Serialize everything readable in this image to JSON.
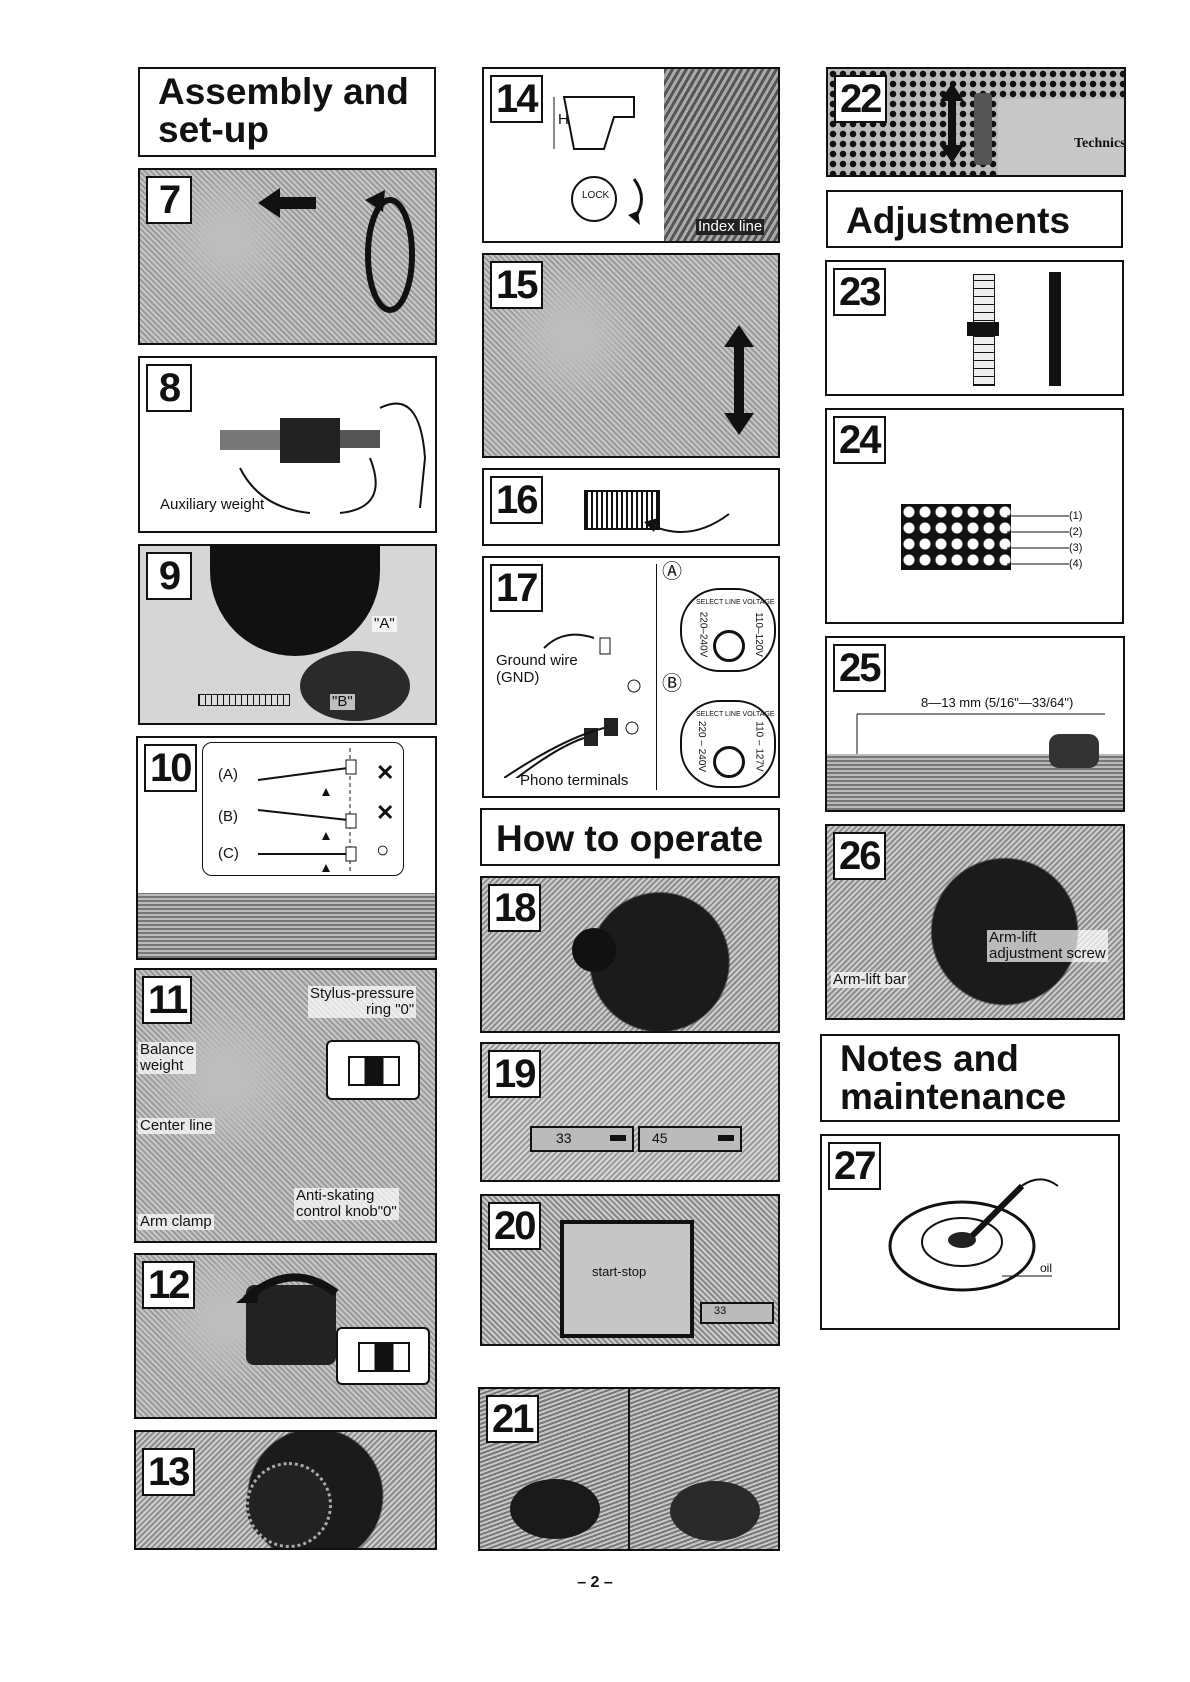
{
  "headings": {
    "assembly": [
      "Assembly and",
      "set-up"
    ],
    "adjustments": "Adjustments",
    "how_to_operate": "How to operate",
    "notes": [
      "Notes and",
      "maintenance"
    ]
  },
  "figures": {
    "f7": "7",
    "f8": "8",
    "f9": "9",
    "f10": "10",
    "f11": "11",
    "f12": "12",
    "f13": "13",
    "f14": "14",
    "f15": "15",
    "f16": "16",
    "f17": "17",
    "f18": "18",
    "f19": "19",
    "f20": "20",
    "f21": "21",
    "f22": "22",
    "f23": "23",
    "f24": "24",
    "f25": "25",
    "f26": "26",
    "f27": "27"
  },
  "labels": {
    "f8_aux": "Auxiliary weight",
    "f9_a": "\"A\"",
    "f9_b": "\"B\"",
    "f10_a": "(A)",
    "f10_b": "(B)",
    "f10_c": "(C)",
    "f10_mark_a": "✕",
    "f10_mark_b": "✕",
    "f10_mark_c": "○",
    "f11_stylus": [
      "Stylus-pressure",
      "ring \"0\""
    ],
    "f11_balance": [
      "Balance",
      "weight"
    ],
    "f11_center": "Center line",
    "f11_antiskate": [
      "Anti-skating",
      "control knob\"0\""
    ],
    "f11_clamp": "Arm clamp",
    "f14_h": "H",
    "f14_lock": "LOCK",
    "f14_index": "Index line",
    "f17_ground": [
      "Ground wire",
      "(GND)"
    ],
    "f17_phono": "Phono terminals",
    "f17_a": "Ⓐ",
    "f17_b": "Ⓑ",
    "f17_va_lo": "220–240V",
    "f17_va_hi": "110–120V",
    "f17_vb_lo": "220 – 240V",
    "f17_vb_hi": "110 – 127V",
    "f17_select": "SELECT LINE VOLTAGE",
    "f19_33": "33",
    "f19_45": "45",
    "f20_start": "start-stop",
    "f20_33": "33",
    "f22_brand": "Technics",
    "f24_1": "(1)",
    "f24_2": "(2)",
    "f24_3": "(3)",
    "f24_4": "(4)",
    "f25_dim": "8—13 mm (5/16\"—33/64\")",
    "f26_armlift": [
      "Arm-lift",
      "adjustment screw"
    ],
    "f26_bar": "Arm-lift bar",
    "f27_oil": "oil"
  },
  "page_number": "– 2 –"
}
